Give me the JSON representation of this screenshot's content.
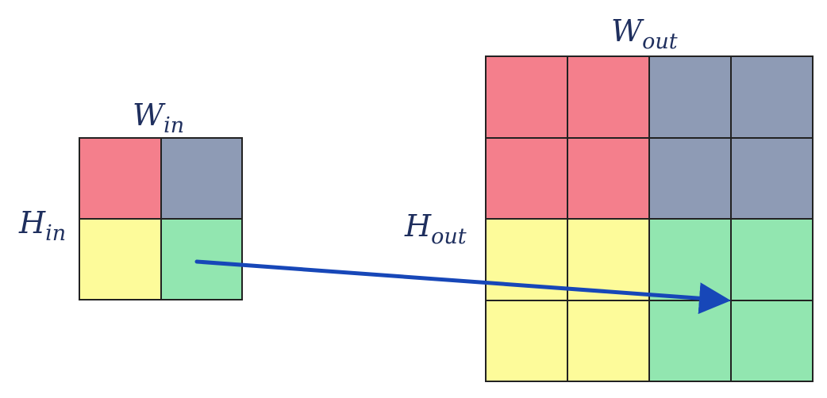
{
  "input": {
    "width_label": {
      "base": "W",
      "sub": "in"
    },
    "height_label": {
      "base": "H",
      "sub": "in"
    },
    "rows": 2,
    "cols": 2,
    "cells": [
      "red",
      "slate",
      "yellow",
      "green"
    ]
  },
  "output": {
    "width_label": {
      "base": "W",
      "sub": "out"
    },
    "height_label": {
      "base": "H",
      "sub": "out"
    },
    "rows": 4,
    "cols": 4,
    "cells": [
      "red",
      "red",
      "slate",
      "slate",
      "red",
      "red",
      "slate",
      "slate",
      "yellow",
      "yellow",
      "green",
      "green",
      "yellow",
      "yellow",
      "green",
      "green"
    ]
  },
  "colors": {
    "red": "#f47f8c",
    "slate": "#8e9bb5",
    "yellow": "#fdfb9a",
    "green": "#92e6b0",
    "arrow": "#1747b8",
    "label": "#1f2f5e"
  }
}
